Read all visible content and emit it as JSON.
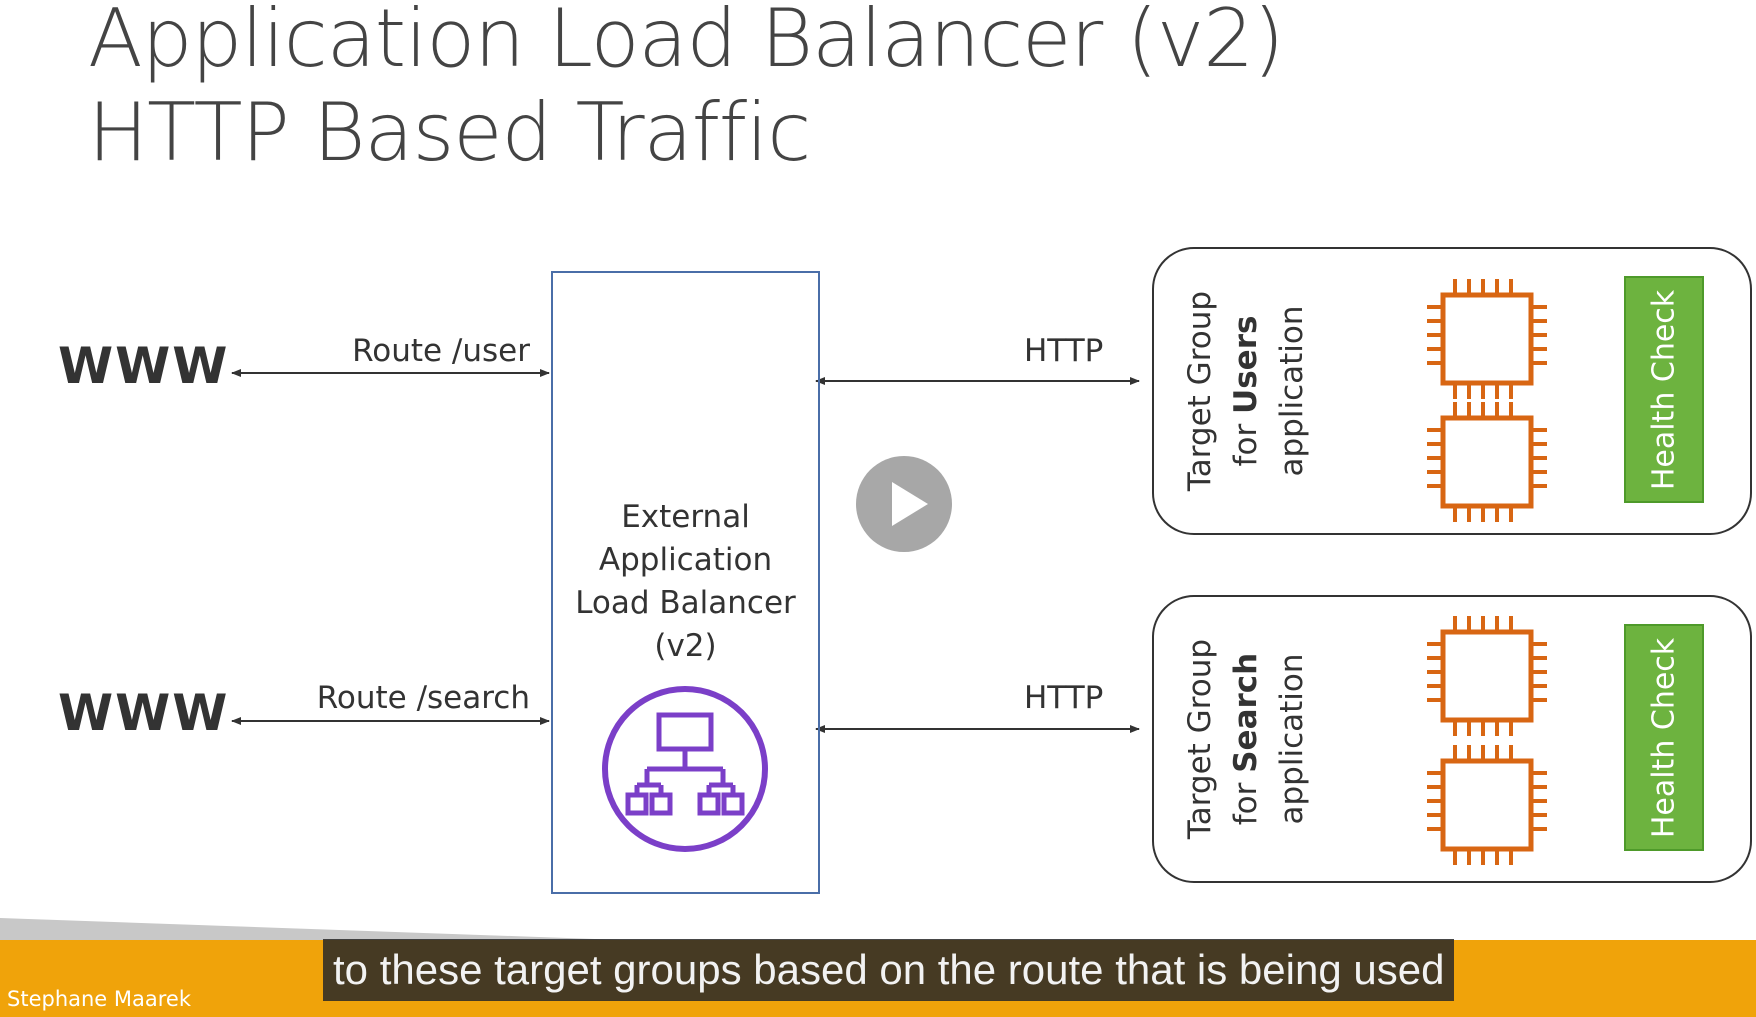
{
  "slide": {
    "title_line1": "Application Load Balancer (v2)",
    "title_line2": "HTTP Based Traffic"
  },
  "clients": [
    {
      "label": "WWW",
      "route": "Route /user"
    },
    {
      "label": "WWW",
      "route": "Route /search"
    }
  ],
  "load_balancer": {
    "label_lines": [
      "External",
      "Application",
      "Load Balancer",
      "(v2)"
    ]
  },
  "links": [
    {
      "protocol": "HTTP"
    },
    {
      "protocol": "HTTP"
    }
  ],
  "target_groups": [
    {
      "line1": "Target Group",
      "line2_prefix": "for ",
      "line2_bold": "Users",
      "line3": "application",
      "health_check": "Health Check"
    },
    {
      "line1": "Target Group",
      "line2_prefix": "for ",
      "line2_bold": "Search",
      "line3": "application",
      "health_check": "Health Check"
    }
  ],
  "footer": {
    "presenter": "Stephane Maarek",
    "caption": "to these target groups based on the route that is being used"
  },
  "colors": {
    "alb_border": "#4a6ea8",
    "alb_icon": "#7b3fc8",
    "ec2_icon": "#d86613",
    "health_check": "#6db33f",
    "footer_orange": "#f0a30a",
    "footer_gray": "#c8c8c8"
  },
  "icons": [
    "alb-icon",
    "ec2-instance-icon",
    "play-icon"
  ]
}
